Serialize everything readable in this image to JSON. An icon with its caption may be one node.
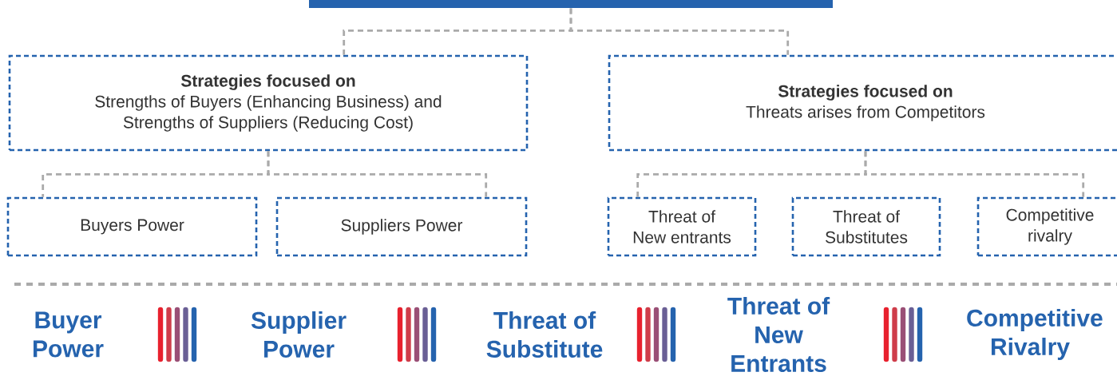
{
  "diagram": {
    "nodes": [
      {
        "text": [],
        "shape": "bar"
      },
      {
        "text": [
          "Strategies focused on",
          "Strengths of Buyers (Enhancing Business) and Strengths of Suppliers (Reducing Cost)"
        ]
      },
      {
        "text": [
          "Strategies focused on",
          "Threats arises from Competitors"
        ]
      },
      {
        "text": [
          "Buyers Power"
        ]
      },
      {
        "text": [
          "Suppliers Power"
        ]
      },
      {
        "text": [
          "Threat of New entrants"
        ]
      },
      {
        "text": [
          "Threat of Substitutes"
        ]
      },
      {
        "text": [
          "Competitive rivalry"
        ]
      }
    ],
    "edges": [
      {
        "from": 0,
        "to": 1,
        "arrow": "none",
        "style": "dashed"
      },
      {
        "from": 0,
        "to": 2,
        "arrow": "none",
        "style": "dashed"
      },
      {
        "from": 1,
        "to": 3,
        "arrow": "none",
        "style": "dashed"
      },
      {
        "from": 1,
        "to": 4,
        "arrow": "none",
        "style": "dashed"
      },
      {
        "from": 2,
        "to": 5,
        "arrow": "none",
        "style": "dashed"
      },
      {
        "from": 2,
        "to": 7,
        "arrow": "none",
        "style": "dashed"
      }
    ],
    "labels": [
      "Buyer Power",
      "Supplier Power",
      "Threat of Substitute",
      "Threat of New Entrants",
      "Competitive Rivalry"
    ]
  }
}
